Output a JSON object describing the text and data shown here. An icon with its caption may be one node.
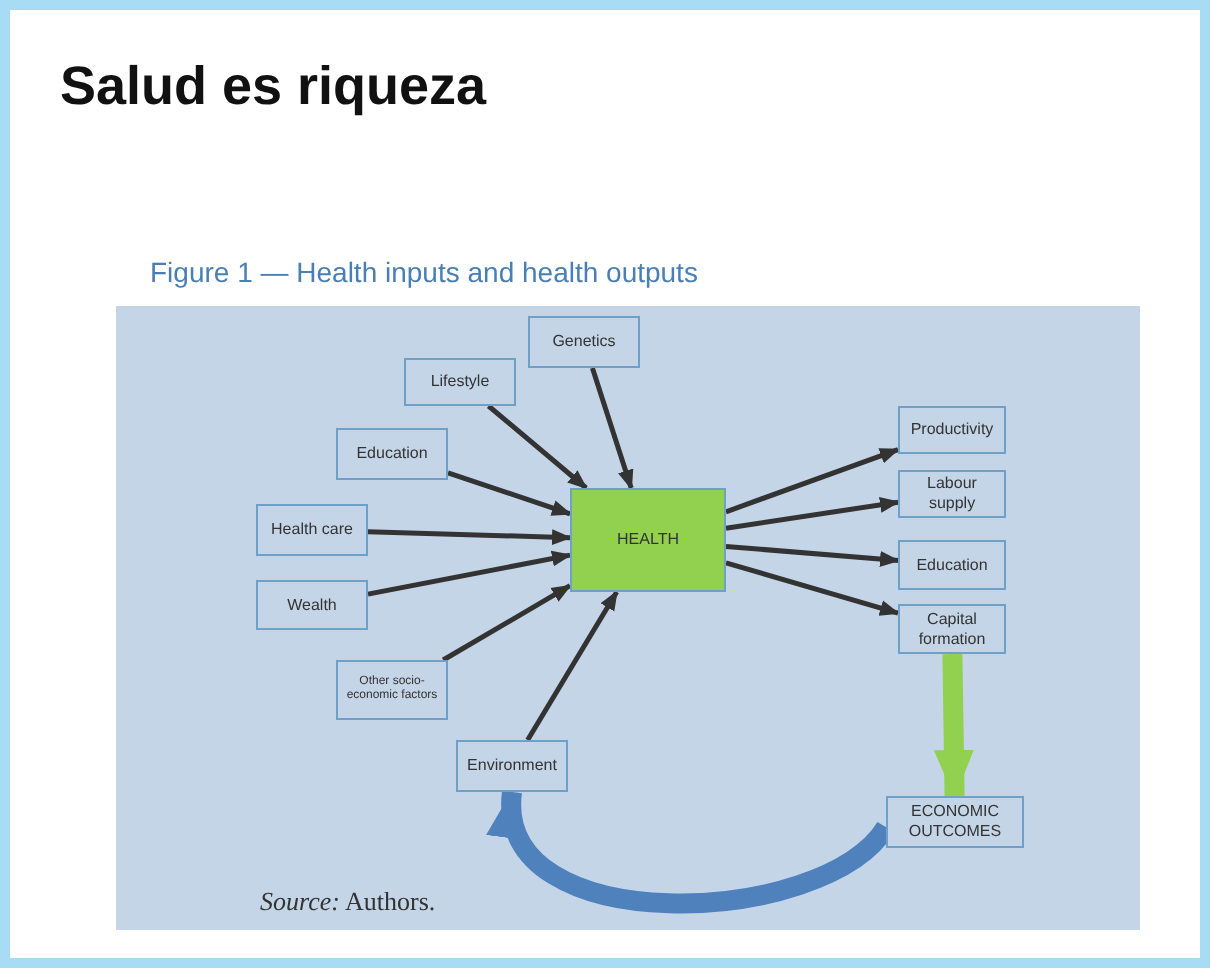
{
  "diagram": {
    "title": "Salud es riqueza",
    "caption": "Figure 1 — Health inputs and health outputs",
    "nodes": [
      {
        "text": [
          "Genetics"
        ]
      },
      {
        "text": [
          "Lifestyle"
        ]
      },
      {
        "text": [
          "Education"
        ]
      },
      {
        "text": [
          "Health care"
        ]
      },
      {
        "text": [
          "Wealth"
        ]
      },
      {
        "text": [
          "Other socio-economic factors"
        ]
      },
      {
        "text": [
          "Environment"
        ]
      },
      {
        "text": [
          "HEALTH"
        ]
      },
      {
        "text": [
          "Productivity"
        ]
      },
      {
        "text": [
          "Labour supply"
        ]
      },
      {
        "text": [
          "Education"
        ]
      },
      {
        "text": [
          "Capital formation"
        ]
      },
      {
        "text": [
          "ECONOMIC OUTCOMES"
        ]
      }
    ],
    "edges": [
      {
        "from": 0,
        "to": 7,
        "arrow": "to"
      },
      {
        "from": 1,
        "to": 7,
        "arrow": "to"
      },
      {
        "from": 2,
        "to": 7,
        "arrow": "to"
      },
      {
        "from": 3,
        "to": 7,
        "arrow": "to"
      },
      {
        "from": 4,
        "to": 7,
        "arrow": "to"
      },
      {
        "from": 5,
        "to": 7,
        "arrow": "to"
      },
      {
        "from": 6,
        "to": 7,
        "arrow": "to"
      },
      {
        "from": 7,
        "to": 8,
        "arrow": "to"
      },
      {
        "from": 7,
        "to": 9,
        "arrow": "to"
      },
      {
        "from": 7,
        "to": 10,
        "arrow": "to"
      },
      {
        "from": 7,
        "to": 11,
        "arrow": "to"
      },
      {
        "from": 11,
        "to": 12,
        "arrow": "to",
        "style": "thick",
        "color": "#92d050"
      },
      {
        "from": 12,
        "to": 6,
        "arrow": "to",
        "style": "thick",
        "color": "#4f81bd"
      }
    ],
    "labels": [
      "*Source:* Authors."
    ]
  }
}
